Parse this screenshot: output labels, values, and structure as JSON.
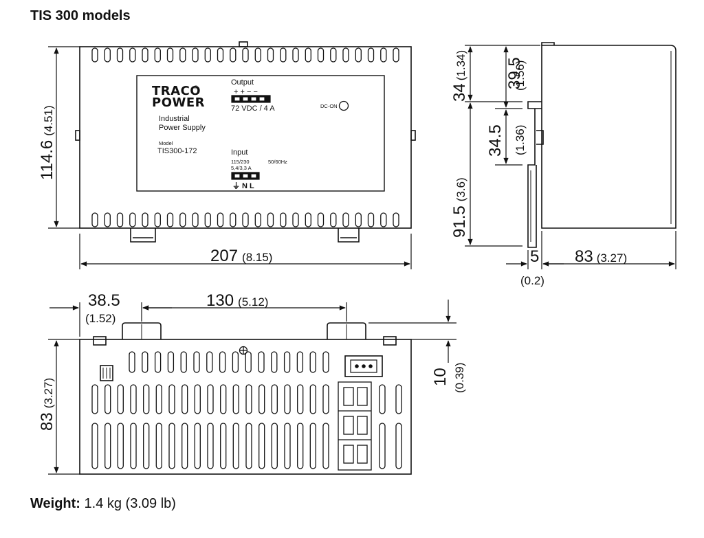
{
  "title": "TIS 300 models",
  "weight": {
    "label": "Weight:",
    "value": "1.4 kg (3.09 lb)"
  },
  "front_view": {
    "label_panel": {
      "logo_line1": "TRACO",
      "logo_line2": "POWER",
      "logo_mark": "®",
      "product_line1": "Industrial",
      "product_line2": "Power Supply",
      "model_caption": "Model",
      "model": "TIS300-172",
      "output_caption": "Output",
      "output_polarity": "+ + − −",
      "output_rating": "72 VDC / 4 A",
      "dc_on": "DC-ON",
      "input_caption": "Input",
      "input_voltage": "115/230",
      "input_frequency": "50/60Hz",
      "input_current": "5,4/3,3 A",
      "input_terminals": "⏚ N L"
    },
    "dims": {
      "height_value": "114.6",
      "height_inch": "(4.51)",
      "width_value": "207",
      "width_inch": "(8.15)"
    }
  },
  "side_view": {
    "dims": {
      "top_34_value": "34",
      "top_34_inch": "(1.34)",
      "top_395_value": "39.5",
      "top_395_inch": "(1.56)",
      "rail_value": "34.5",
      "rail_inch": "(1.36)",
      "lower_value": "91.5",
      "lower_inch": "(3.6)",
      "rail_depth_value": "5",
      "rail_depth_inch": "(0.2)",
      "depth_value": "83",
      "depth_inch": "(3.27)"
    }
  },
  "bottom_view": {
    "dims": {
      "left_offset_value": "38.5",
      "left_offset_inch": "(1.52)",
      "clip_spacing_value": "130",
      "clip_spacing_inch": "(5.12)",
      "depth_value": "83",
      "depth_inch": "(3.27)",
      "clip_height_value": "10",
      "clip_height_inch": "(0.39)"
    }
  },
  "icons": [
    "ground-symbol-icon",
    "dc-on-led-icon",
    "screw-icon"
  ]
}
